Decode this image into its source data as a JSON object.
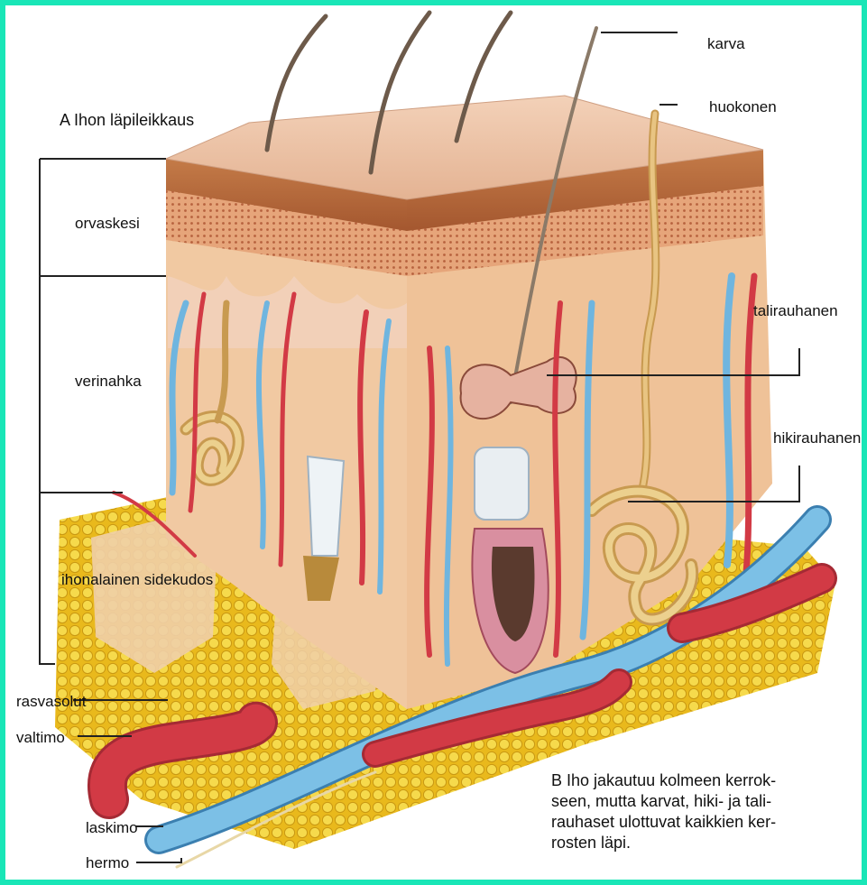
{
  "figure": {
    "title": "A Ihon läpileikkaus",
    "labels": {
      "karva": "karva",
      "huokonen": "huokonen",
      "orvaskesi": "orvaskesi",
      "verinahka": "verinahka",
      "talirauhanen": "talirauhanen",
      "hikirauhanen": "hikirauhanen",
      "ihonalainen_sidekudos": "ihonalainen sidekudos",
      "rasvasolut": "rasvasolut",
      "valtimo": "valtimo",
      "laskimo": "laskimo",
      "hermo": "hermo"
    },
    "caption_lines": [
      "B Iho jakautuu kolmeen kerrok-",
      "seen, mutta karvat, hiki- ja tali-",
      "rauhaset ulottuvat kaikkien ker-",
      "rosten läpi."
    ]
  },
  "colors": {
    "frame": "#19e6b7",
    "epidermis": "#c98552",
    "dermis": "#f1c9a2",
    "fat": "#f3d23a",
    "artery": "#d23a45",
    "vein": "#6fb5df",
    "gland": "#d8b270"
  }
}
